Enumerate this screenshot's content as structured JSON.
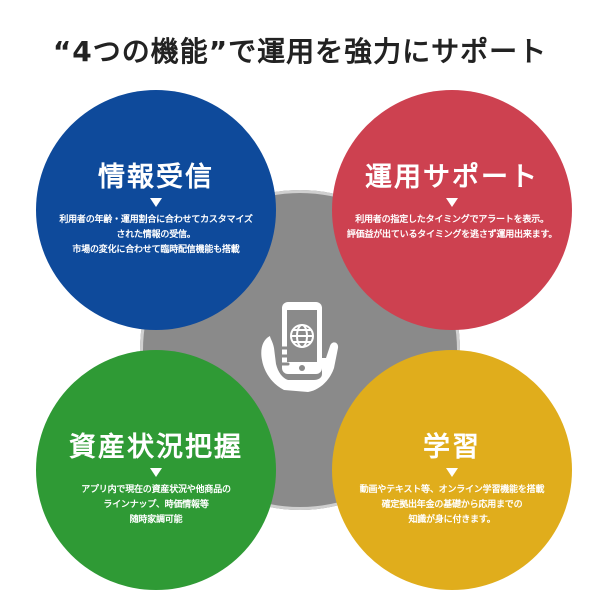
{
  "title": "“4つの機能”で運用を強力にサポート",
  "colors": {
    "blue": "#0e4a9b",
    "red": "#cd4150",
    "green": "#2f9a35",
    "yellow": "#e0ad1c",
    "center": "#8a8a8a"
  },
  "center_icon": "hand-holding-smartphone-globe-icon",
  "features": {
    "info": {
      "heading": "情報受信",
      "lines": [
        "利用者の年齢・運用割合に合わせてカスタマイズ",
        "された情報の受信。",
        "市場の変化に合わせて臨時配信機能も搭載"
      ]
    },
    "support": {
      "heading": "運用サポート",
      "lines": [
        "利用者の指定したタイミングでアラートを表示。",
        "評価益が出ているタイミングを逃さず運用出来ます。"
      ]
    },
    "assets": {
      "heading": "資産状況把握",
      "lines": [
        "アプリ内で現在の資産状況や他商品の",
        "ラインナップ、時価情報等",
        "随時家調可能"
      ]
    },
    "learning": {
      "heading": "学習",
      "lines": [
        "動画やテキスト等、オンライン学習機能を搭載",
        "確定拠出年金の基礎から応用までの",
        "知識が身に付きます。"
      ]
    }
  }
}
